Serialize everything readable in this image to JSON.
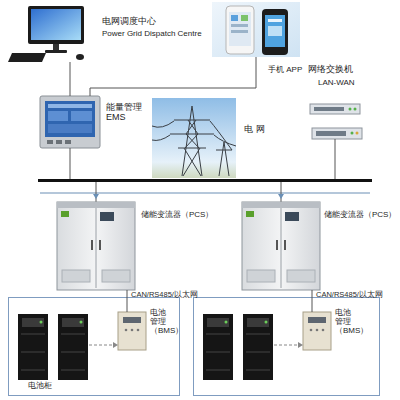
{
  "diagram": {
    "nodes": [
      {
        "text": [
          "电网调度中心",
          "Power Grid Dispatch Centre"
        ]
      },
      {
        "text": [
          "手机 APP"
        ]
      },
      {
        "text": [
          "能量管理 EMS"
        ]
      },
      {
        "text": [
          "电 网"
        ]
      },
      {
        "text": [
          "网络交换机",
          "LAN-WAN"
        ]
      },
      {
        "text": [
          "储能变流器（PCS）"
        ]
      },
      {
        "text": [
          "储能变流器（PCS）"
        ]
      },
      {
        "text": [
          "电池柜"
        ]
      },
      {
        "text": [
          "电池 管理 （BMS）"
        ],
        "in": 7
      },
      {
        "text": [
          "电池 管理 （BMS）"
        ]
      }
    ],
    "edges": [
      {
        "from": 0,
        "to": 2,
        "arrow": "none"
      },
      {
        "from": 1,
        "to": 2,
        "arrow": "none"
      },
      {
        "from": 5,
        "to": 8,
        "label": "CAN/RS485/以太网",
        "arrow": "none"
      },
      {
        "from": 6,
        "to": 9,
        "label": "CAN/RS485/以太网",
        "arrow": "none"
      }
    ]
  }
}
